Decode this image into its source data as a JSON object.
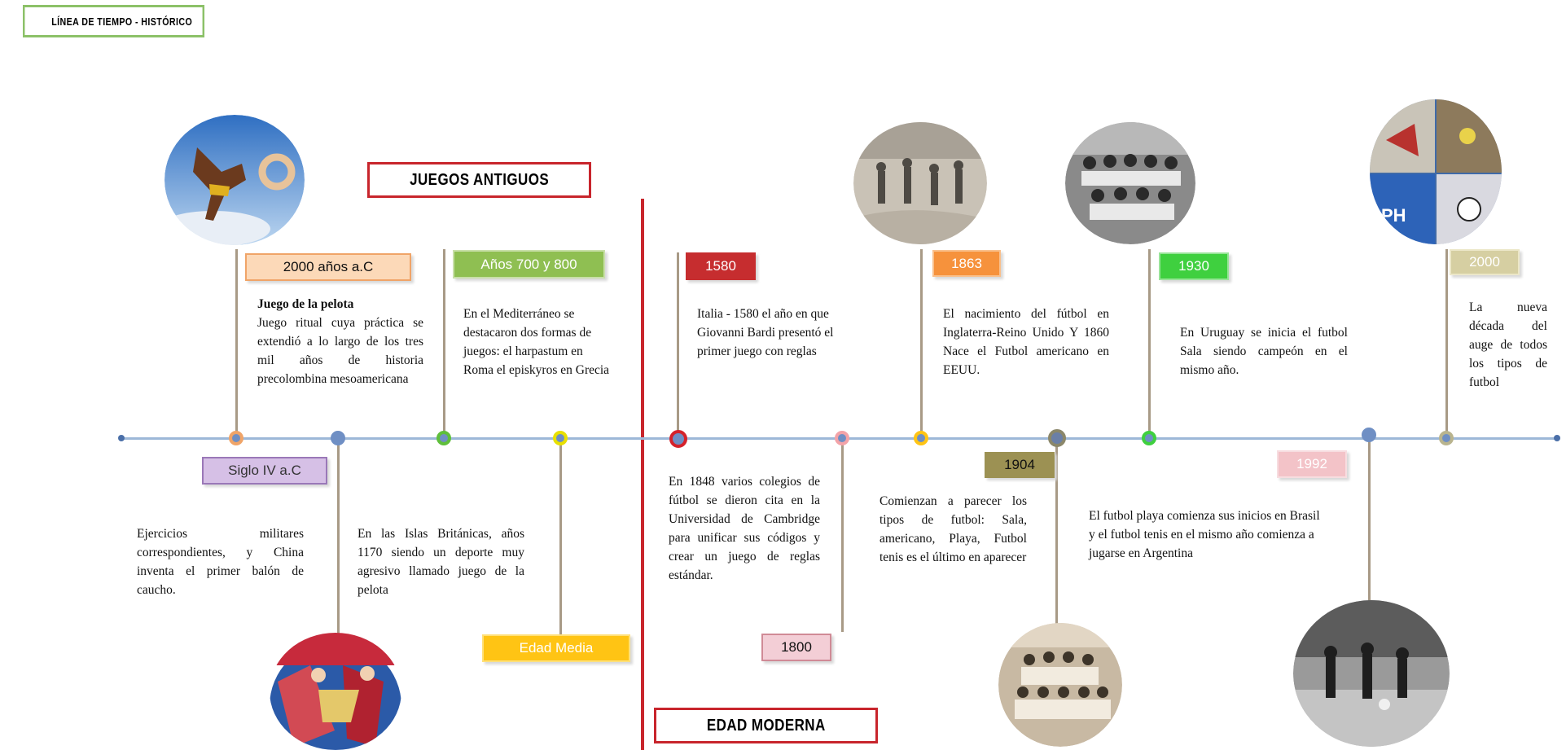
{
  "header": {
    "title": "LÍNEA DE TIEMPO - HISTÓRICO"
  },
  "sections": {
    "ancient": "JUEGOS ANTIGUOS",
    "modern": "EDAD MODERNA"
  },
  "events": [
    {
      "id": "e2000",
      "label": "2000 años a.C",
      "desc_title": "Juego de la pelota",
      "desc": "Juego ritual cuya práctica se extendió a lo largo de los tres mil años de historia precolombina mesoamericana"
    },
    {
      "id": "eSiglo",
      "label": "Siglo IV a.C",
      "desc": "Ejercicios militares correspondientes, y China inventa el primer balón de caucho."
    },
    {
      "id": "e700",
      "label": "Años 700 y 800",
      "desc": "En el Mediterráneo se destacaron dos formas de juegos: el harpastum en Roma el episkyros en Grecia"
    },
    {
      "id": "eMedia",
      "label": "Edad Media",
      "desc": "En las Islas Británicas, años 1170 siendo un deporte muy agresivo llamado juego de la pelota"
    },
    {
      "id": "e1580",
      "label": "1580",
      "desc": "Italia - 1580 el año en que Giovanni Bardi presentó el primer juego con reglas"
    },
    {
      "id": "e1800",
      "label": "1800",
      "desc": "En 1848 varios colegios de fútbol se dieron cita en la Universidad de Cambridge para unificar sus códigos y crear un juego de reglas estándar."
    },
    {
      "id": "e1863",
      "label": "1863",
      "desc": "El nacimiento del fútbol en Inglaterra-Reino Unido Y 1860 Nace el Futbol americano en EEUU."
    },
    {
      "id": "e1904",
      "label": "1904",
      "desc": "Comienzan a parecer los tipos de futbol: Sala, americano, Playa, Futbol tenis es el último en aparecer"
    },
    {
      "id": "e1930",
      "label": "1930",
      "desc": "En Uruguay se inicia el futbol Sala siendo campeón en el mismo año."
    },
    {
      "id": "e1992",
      "label": "1992",
      "desc": "El futbol playa comienza sus inicios en Brasil y el futbol tenis en el mismo año comienza a jugarse en Argentina"
    },
    {
      "id": "e2000d",
      "label": "2000",
      "desc": "La nueva década del auge de todos los tipos de futbol"
    }
  ],
  "colors": {
    "title_border": "#8cc168",
    "section_border": "#c8252c",
    "axis": "#9db8d8",
    "label_2000ac": "#fcd9b8",
    "label_siglo": "#d6c0e6",
    "label_700": "#8fbf52",
    "label_media": "#ffc414",
    "label_1580": "#c62d2f",
    "label_1800": "#f3ced6",
    "label_1863": "#f6923c",
    "label_1904": "#9c9153",
    "label_1930": "#3fd03f",
    "label_1992": "#f3c3c8",
    "label_2000": "#d6cfa2"
  }
}
